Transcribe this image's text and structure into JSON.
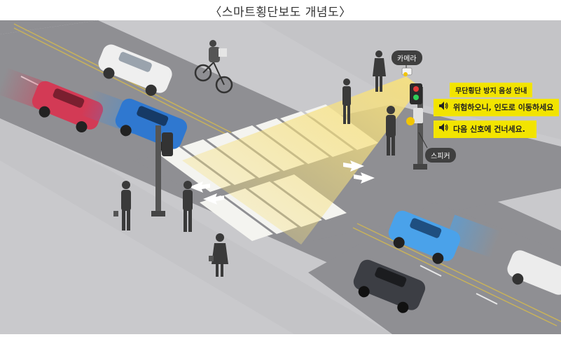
{
  "title": "〈스마트횡단보도 개념도〉",
  "labels": {
    "camera": "카메라",
    "speaker": "스피커",
    "announcement_title": "무단횡단 방지 음성 안내",
    "message_1": "위험하오니, 인도로 이동하세요",
    "message_2": "다음 신호에 건너세요."
  },
  "icons": {
    "speaker": "speaker-icon"
  },
  "colors": {
    "road": "#8a8a8e",
    "sidewalk": "#cfcfd1",
    "highlight": "#f2e400",
    "camera_beam": "#f3d77a"
  }
}
